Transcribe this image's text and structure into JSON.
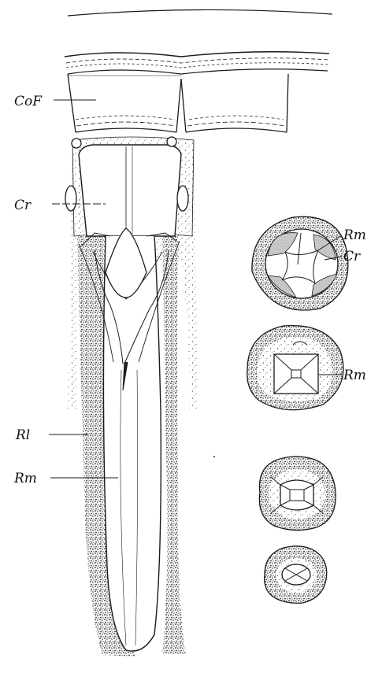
{
  "figure": {
    "labels": {
      "cof": "CoF",
      "cr": "Cr",
      "rl": "Rl",
      "rm": "Rm"
    },
    "sections": [
      {
        "labels": [
          "Rm",
          "Cr"
        ]
      },
      {
        "labels": [
          "Rm"
        ]
      },
      {
        "labels": []
      },
      {
        "labels": []
      }
    ]
  }
}
